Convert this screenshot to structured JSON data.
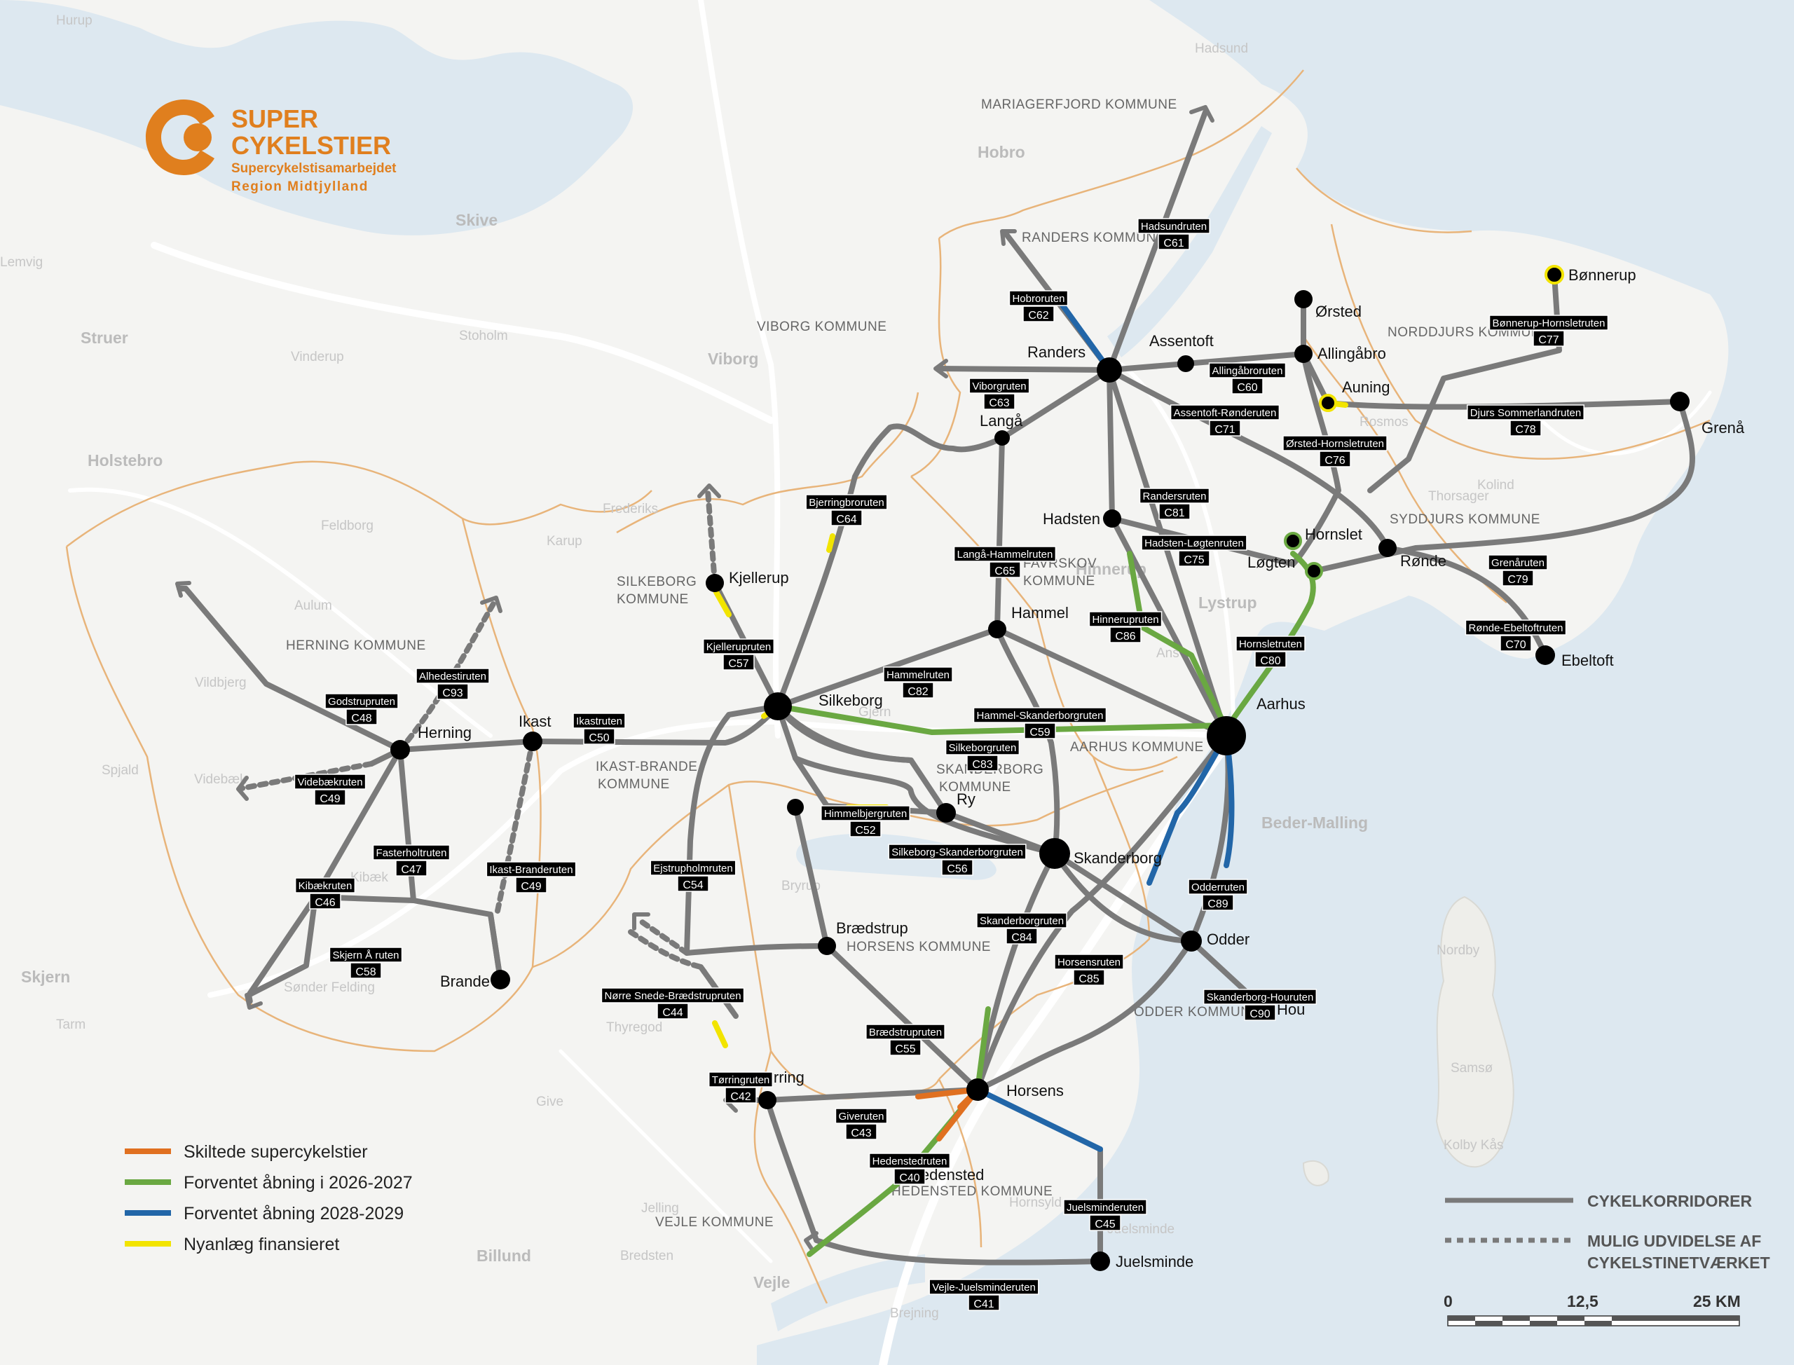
{
  "logo": {
    "line1": "SUPER",
    "line2": "CYKELSTIER",
    "sub1": "Supercykelstisamarbejdet",
    "sub2": "Region Midtjylland"
  },
  "colors": {
    "corridor": "#7a7a7a",
    "green": "#6aa842",
    "blue": "#2266a8",
    "orange": "#e07020",
    "yellow": "#f2e400",
    "logo": "#e07f1e",
    "sea": "#dde8f0",
    "land": "#f4f4f2",
    "border": "#e8b47a"
  },
  "legend": {
    "items": [
      {
        "label": "Skiltede supercykelstier",
        "color": "#e07020"
      },
      {
        "label": "Forventet åbning i 2026-2027",
        "color": "#6aa842"
      },
      {
        "label": "Forventet åbning 2028-2029",
        "color": "#2266a8"
      },
      {
        "label": "Nyanlæg finansieret",
        "color": "#f2e400"
      }
    ],
    "corridors": "CYKELKORRIDORER",
    "extension_line1": "MULIG UDVIDELSE AF",
    "extension_line2": "CYKELSTINETVÆRKET"
  },
  "scale": {
    "start": "0",
    "middle": "12,5",
    "end": "25 KM"
  },
  "kommuner": [
    "MARIAGERFJORD KOMMUNE",
    "RANDERS KOMMUNE",
    "VIBORG KOMMUNE",
    "NORDDJURS KOMMUNE",
    "SYDDJURS KOMMUNE",
    "FAVRSKOV",
    "KOMMUNE",
    "SILKEBORG",
    "KOMMUNE",
    "HERNING KOMMUNE",
    "IKAST-BRANDE",
    "KOMMUNE",
    "SKANDERBORG",
    "KOMMUNE",
    "AARHUS KOMMUNE",
    "HORSENS KOMMUNE",
    "ODDER KOMMUNE",
    "HEDENSTED KOMMUNE",
    "VEJLE KOMMUNE"
  ],
  "background_places": [
    "Hurup",
    "Hadsund",
    "Hobro",
    "Skive",
    "Viborg",
    "Struer",
    "Holstebro",
    "Stoholm",
    "Vinderup",
    "Aulum",
    "Feldborg",
    "Vildbjerg",
    "Kibæk",
    "Skjern",
    "Tarm",
    "Sønder Felding",
    "Videbæk",
    "Spjald",
    "Lemvig",
    "Karup",
    "Frederiks",
    "Gjern",
    "Ans",
    "Bryrup",
    "Thyregod",
    "Give",
    "Billund",
    "Vejle",
    "Bredsten",
    "Jelling",
    "Brejning",
    "Hornsyld",
    "Juelsminde",
    "Samsø",
    "Nordby",
    "Kolby Kås",
    "Beder-Malling",
    "Hinnerup",
    "Lystrup",
    "Rosmos",
    "Kolind",
    "Thorsager",
    "Ebeltoft"
  ],
  "places": [
    {
      "name": "Randers"
    },
    {
      "name": "Assentoft"
    },
    {
      "name": "Ørsted"
    },
    {
      "name": "Allingåbro"
    },
    {
      "name": "Auning"
    },
    {
      "name": "Bønnerup"
    },
    {
      "name": "Grenå"
    },
    {
      "name": "Langå"
    },
    {
      "name": "Hadsten"
    },
    {
      "name": "Hornslet"
    },
    {
      "name": "Løgten"
    },
    {
      "name": "Rønde"
    },
    {
      "name": "Ebeltoft"
    },
    {
      "name": "Kjellerup"
    },
    {
      "name": "Hammel"
    },
    {
      "name": "Silkeborg"
    },
    {
      "name": "Aarhus"
    },
    {
      "name": "Herning"
    },
    {
      "name": "Ikast"
    },
    {
      "name": "Ry"
    },
    {
      "name": "Skanderborg"
    },
    {
      "name": "Brande"
    },
    {
      "name": "Brædstrup"
    },
    {
      "name": "Odder"
    },
    {
      "name": "Hou"
    },
    {
      "name": "Tørring"
    },
    {
      "name": "Horsens"
    },
    {
      "name": "Hedensted"
    },
    {
      "name": "Juelsminde"
    }
  ],
  "routes": [
    {
      "name": "Hadsundruten",
      "code": "C61"
    },
    {
      "name": "Hobroruten",
      "code": "C62"
    },
    {
      "name": "Viborgruten",
      "code": "C63"
    },
    {
      "name": "Allingåbroruten",
      "code": "C60"
    },
    {
      "name": "Assentoft-Rønderuten",
      "code": "C71"
    },
    {
      "name": "Bønnerup-Hornsletruten",
      "code": "C77"
    },
    {
      "name": "Djurs Sommerlandruten",
      "code": "C78"
    },
    {
      "name": "Ørsted-Hornsletruten",
      "code": "C76"
    },
    {
      "name": "Randersruten",
      "code": "C81"
    },
    {
      "name": "Bjerringbroruten",
      "code": "C64"
    },
    {
      "name": "Langå-Hammelruten",
      "code": "C65"
    },
    {
      "name": "Hadsten-Løgtenruten",
      "code": "C75"
    },
    {
      "name": "Grenåruten",
      "code": "C79"
    },
    {
      "name": "Hinnerupruten",
      "code": "C86"
    },
    {
      "name": "Hornsletruten",
      "code": "C80"
    },
    {
      "name": "Rønde-Ebeltoftruten",
      "code": "C70"
    },
    {
      "name": "Kjellerupruten",
      "code": "C57"
    },
    {
      "name": "Hammelruten",
      "code": "C82"
    },
    {
      "name": "Alhedestiruten",
      "code": "C93"
    },
    {
      "name": "Godstrupruten",
      "code": "C48"
    },
    {
      "name": "Ikastruten",
      "code": "C50"
    },
    {
      "name": "Hammel-Skanderborgruten",
      "code": "C59"
    },
    {
      "name": "Silkeborgruten",
      "code": "C83"
    },
    {
      "name": "Videbækruten",
      "code": "C49"
    },
    {
      "name": "Himmelbjergruten",
      "code": "C52"
    },
    {
      "name": "Silkeborg-Skanderborgruten",
      "code": "C56"
    },
    {
      "name": "Fasterholtruten",
      "code": "C47"
    },
    {
      "name": "Ikast-Branderuten",
      "code": "C49"
    },
    {
      "name": "Ejstrupholmruten",
      "code": "C54"
    },
    {
      "name": "Odderruten",
      "code": "C89"
    },
    {
      "name": "Kibækruten",
      "code": "C46"
    },
    {
      "name": "Skanderborgruten",
      "code": "C84"
    },
    {
      "name": "Skjern Å ruten",
      "code": "C58"
    },
    {
      "name": "Horsensruten",
      "code": "C85"
    },
    {
      "name": "Skanderborg-Houruten",
      "code": "C90"
    },
    {
      "name": "Nørre Snede-Brædstrupruten",
      "code": "C44"
    },
    {
      "name": "Brædstrupruten",
      "code": "C55"
    },
    {
      "name": "Tørringruten",
      "code": "C42"
    },
    {
      "name": "Giveruten",
      "code": "C43"
    },
    {
      "name": "Hedenstedruten",
      "code": "C40"
    },
    {
      "name": "Juelsminderuten",
      "code": "C45"
    },
    {
      "name": "Vejle-Juelsminderuten",
      "code": "C41"
    }
  ]
}
